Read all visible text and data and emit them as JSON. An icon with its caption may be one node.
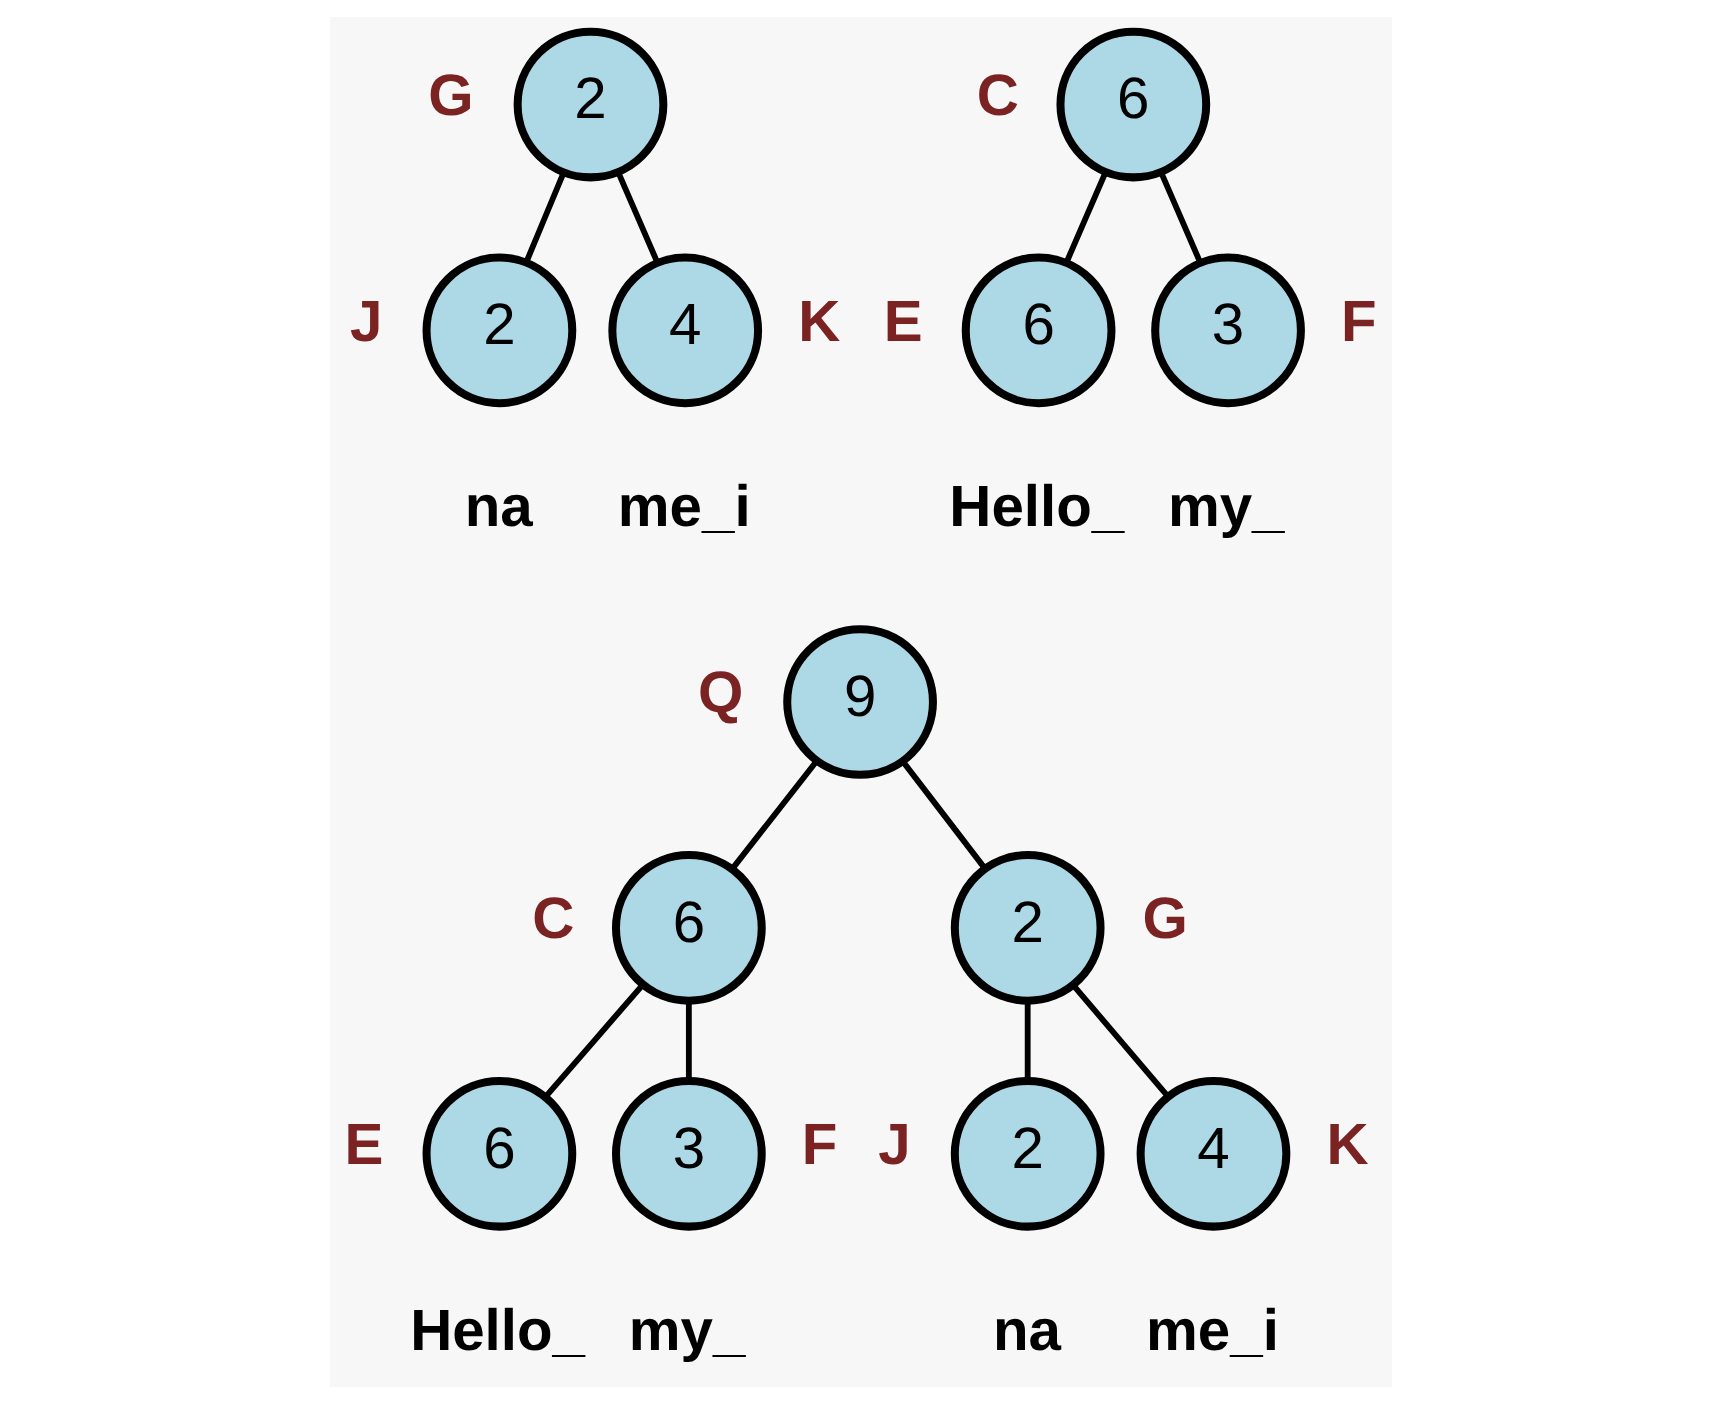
{
  "diagram": {
    "nodes": [
      {
        "text": [
          "6"
        ],
        "beside": [
          "C"
        ]
      },
      {
        "text": [
          "6"
        ],
        "beside": [
          "E",
          "Hello_"
        ]
      },
      {
        "text": [
          "3"
        ],
        "beside": [
          "F",
          "my_"
        ]
      },
      {
        "text": [
          "2"
        ],
        "beside": [
          "G"
        ]
      },
      {
        "text": [
          "2"
        ],
        "beside": [
          "J",
          "na"
        ]
      },
      {
        "text": [
          "4"
        ],
        "beside": [
          "K",
          "me_i"
        ]
      },
      {
        "text": [
          "9"
        ],
        "beside": [
          "Q"
        ]
      },
      {
        "text": [
          "6"
        ],
        "beside": [
          "C"
        ]
      },
      {
        "text": [
          "2"
        ],
        "beside": [
          "G"
        ]
      },
      {
        "text": [
          "6"
        ],
        "beside": [
          "E",
          "Hello_"
        ]
      },
      {
        "text": [
          "3"
        ],
        "beside": [
          "F",
          "my_"
        ]
      },
      {
        "text": [
          "2"
        ],
        "beside": [
          "J",
          "na"
        ]
      },
      {
        "text": [
          "4"
        ],
        "beside": [
          "K",
          "me_i"
        ]
      }
    ],
    "edges": [
      {
        "from": 0,
        "to": 1,
        "arrow": "none"
      },
      {
        "from": 0,
        "to": 2,
        "arrow": "none"
      },
      {
        "from": 3,
        "to": 4,
        "arrow": "none"
      },
      {
        "from": 3,
        "to": 5,
        "arrow": "none"
      },
      {
        "from": 6,
        "to": 7,
        "arrow": "none"
      },
      {
        "from": 6,
        "to": 8,
        "arrow": "none"
      },
      {
        "from": 7,
        "to": 9,
        "arrow": "none"
      },
      {
        "from": 7,
        "to": 10,
        "arrow": "none"
      },
      {
        "from": 8,
        "to": 11,
        "arrow": "none"
      },
      {
        "from": 8,
        "to": 12,
        "arrow": "none"
      }
    ]
  }
}
